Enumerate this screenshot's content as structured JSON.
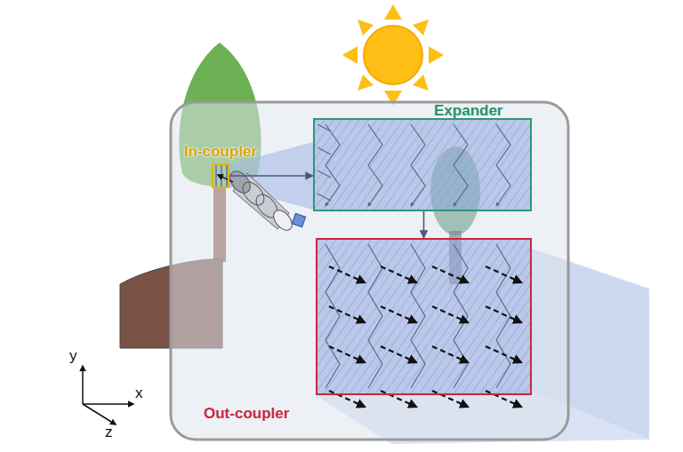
{
  "diagram": {
    "nodes": [
      {
        "text": [
          "In-coupler"
        ]
      },
      {
        "text": [
          "Expander"
        ]
      },
      {
        "text": [
          "Out-coupler"
        ]
      }
    ],
    "edges": [
      {
        "from": 0,
        "to": 1,
        "arrow": "to"
      },
      {
        "from": 1,
        "to": 2,
        "arrow": "to"
      }
    ],
    "labels": [
      "y",
      "x",
      "z"
    ]
  }
}
